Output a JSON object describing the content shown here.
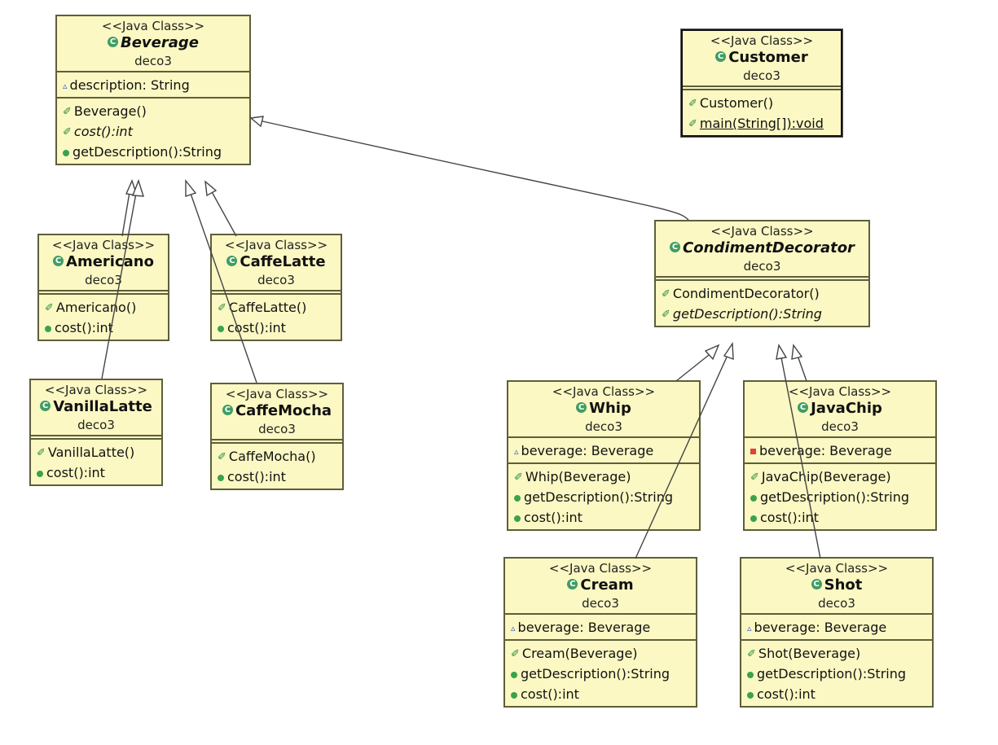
{
  "stereotype": "<<Java Class>>",
  "package": "deco3",
  "icons": {
    "class": "class-icon",
    "constructor": "constructor-icon",
    "public": "public-icon",
    "package_private": "package-private-icon",
    "private": "private-icon"
  },
  "colors": {
    "class_fill": "#fbf8c3",
    "class_border": "#5e5e3a",
    "class_icon": "#3f9d63",
    "connector": "#444444"
  },
  "classes": {
    "beverage": {
      "name": "Beverage",
      "fields": [
        {
          "icon": "package_private",
          "text": "description: String"
        }
      ],
      "methods": [
        {
          "icon": "constructor",
          "text": "Beverage()"
        },
        {
          "icon": "constructor",
          "text": "cost():int",
          "abstract": true
        },
        {
          "icon": "public",
          "text": "getDescription():String"
        }
      ]
    },
    "customer": {
      "name": "Customer",
      "methods": [
        {
          "icon": "constructor",
          "text": "Customer()"
        },
        {
          "icon": "constructor",
          "text": "main(String[]):void",
          "static": true
        }
      ]
    },
    "americano": {
      "name": "Americano",
      "methods": [
        {
          "icon": "constructor",
          "text": "Americano()"
        },
        {
          "icon": "public",
          "text": "cost():int"
        }
      ]
    },
    "caffelatte": {
      "name": "CaffeLatte",
      "methods": [
        {
          "icon": "constructor",
          "text": "CaffeLatte()"
        },
        {
          "icon": "public",
          "text": "cost():int"
        }
      ]
    },
    "vanillalatte": {
      "name": "VanillaLatte",
      "methods": [
        {
          "icon": "constructor",
          "text": "VanillaLatte()"
        },
        {
          "icon": "public",
          "text": "cost():int"
        }
      ]
    },
    "caffemocha": {
      "name": "CaffeMocha",
      "methods": [
        {
          "icon": "constructor",
          "text": "CaffeMocha()"
        },
        {
          "icon": "public",
          "text": "cost():int"
        }
      ]
    },
    "condiment": {
      "name": "CondimentDecorator",
      "methods": [
        {
          "icon": "constructor",
          "text": "CondimentDecorator()"
        },
        {
          "icon": "constructor",
          "text": "getDescription():String",
          "abstract": true
        }
      ]
    },
    "whip": {
      "name": "Whip",
      "fields": [
        {
          "icon": "package_private",
          "text": "beverage: Beverage"
        }
      ],
      "methods": [
        {
          "icon": "constructor",
          "text": "Whip(Beverage)"
        },
        {
          "icon": "public",
          "text": "getDescription():String"
        },
        {
          "icon": "public",
          "text": "cost():int"
        }
      ]
    },
    "javachip": {
      "name": "JavaChip",
      "fields": [
        {
          "icon": "private",
          "text": "beverage: Beverage"
        }
      ],
      "methods": [
        {
          "icon": "constructor",
          "text": "JavaChip(Beverage)"
        },
        {
          "icon": "public",
          "text": "getDescription():String"
        },
        {
          "icon": "public",
          "text": "cost():int"
        }
      ]
    },
    "cream": {
      "name": "Cream",
      "fields": [
        {
          "icon": "package_private",
          "text": "beverage: Beverage"
        }
      ],
      "methods": [
        {
          "icon": "constructor",
          "text": "Cream(Beverage)"
        },
        {
          "icon": "public",
          "text": "getDescription():String"
        },
        {
          "icon": "public",
          "text": "cost():int"
        }
      ]
    },
    "shot": {
      "name": "Shot",
      "fields": [
        {
          "icon": "package_private",
          "text": "beverage: Beverage"
        }
      ],
      "methods": [
        {
          "icon": "constructor",
          "text": "Shot(Beverage)"
        },
        {
          "icon": "public",
          "text": "getDescription():String"
        },
        {
          "icon": "public",
          "text": "cost():int"
        }
      ]
    }
  }
}
